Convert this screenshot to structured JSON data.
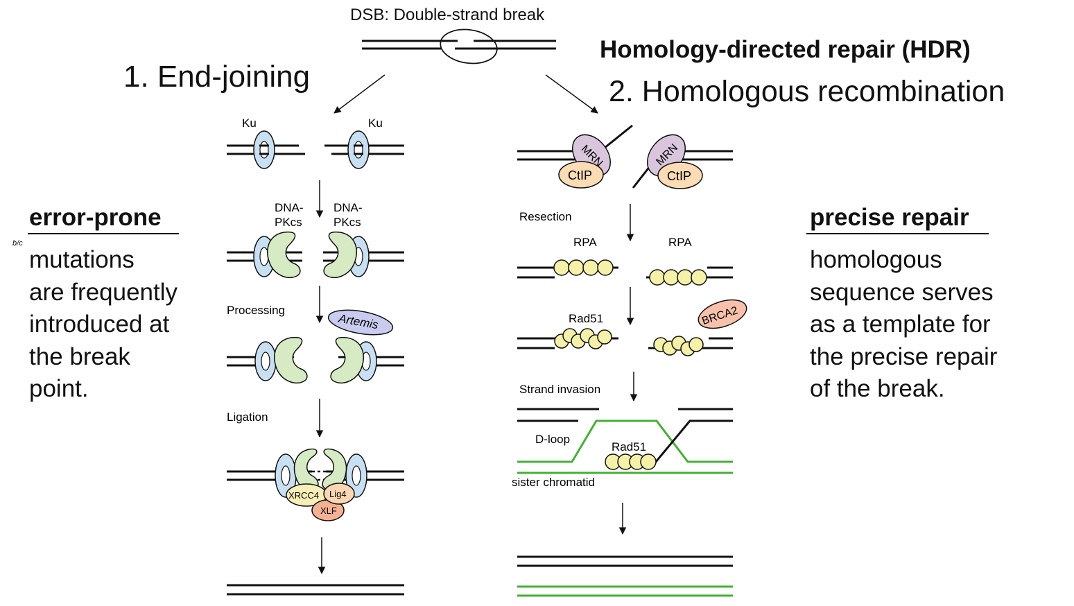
{
  "header": {
    "dsb_label": "DSB: Double-strand break",
    "end_joining_title": "1. End-joining",
    "hdr_title": "Homology-directed repair (HDR)",
    "hr_title": "2. Homologous recombination"
  },
  "left_panel": {
    "heading": "error-prone",
    "margin_note": "b/c",
    "body": "mutations\nare frequently\nintroduced at\nthe break\npoint."
  },
  "right_panel": {
    "heading": "precise repair",
    "body": "homologous\nsequence serves\nas a template for\nthe precise repair\nof the break."
  },
  "nhej": {
    "ku_left": "Ku",
    "ku_right": "Ku",
    "dnapk_left": "DNA-\nPKcs",
    "dnapk_right": "DNA-\nPKcs",
    "processing": "Processing",
    "artemis": "Artemis",
    "ligation": "Ligation",
    "xrcc4": "XRCC4",
    "lig4": "Lig4",
    "xlf": "XLF"
  },
  "hr": {
    "mrn_left": "MRN",
    "mrn_right": "MRN",
    "ctip_left": "CtIP",
    "ctip_right": "CtIP",
    "resection": "Resection",
    "rpa_left": "RPA",
    "rpa_right": "RPA",
    "rad51_top": "Rad51",
    "brca2": "BRCA2",
    "strand_invasion": "Strand invasion",
    "dloop": "D-loop",
    "rad51_dloop": "Rad51",
    "sister_chromatid": "sister chromatid"
  },
  "colors": {
    "ku": "#c9dff2",
    "dnapk": "#d6ebc4",
    "mrn": "#d9c6dd",
    "ctip": "#fbdcb4",
    "rpa": "#f6f1a8",
    "artemis": "#c9cbef",
    "brca2": "#f7c1ac",
    "xrcc4": "#f8efb8",
    "lig4": "#fbd6b2",
    "xlf": "#f4b293",
    "sister_strand": "#44b035"
  }
}
